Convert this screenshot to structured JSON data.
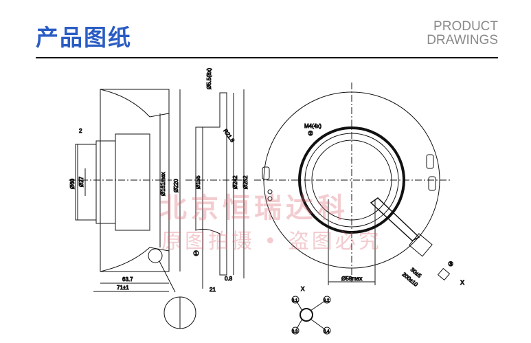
{
  "header": {
    "title_cn": "产品图纸",
    "title_en_line1": "PRODUCT",
    "title_en_line2": "DRAWINGS"
  },
  "watermark": {
    "line1": "北京恒瑞达科",
    "line2": "原图拍摄 • 盗图必究"
  },
  "side_view": {
    "dims": [
      "2",
      "Ø60",
      "Ø27",
      "Ø161max",
      "Ø220",
      "63.7",
      "71±1"
    ]
  },
  "section_view": {
    "dims": [
      "Ø5.5(8x)",
      "R21.8",
      "Ø155",
      "Ø242",
      "Ø252",
      "0.8",
      "21"
    ],
    "marker": "①"
  },
  "front_view": {
    "dims": [
      "M4(4x)",
      "Ø58max",
      "30±5",
      "200±10"
    ],
    "markers": [
      "②",
      "③"
    ],
    "view_label": "X"
  },
  "connector": {
    "label": "X",
    "pins": [
      "3.1",
      "3.2",
      "3.3",
      "3.4"
    ]
  }
}
